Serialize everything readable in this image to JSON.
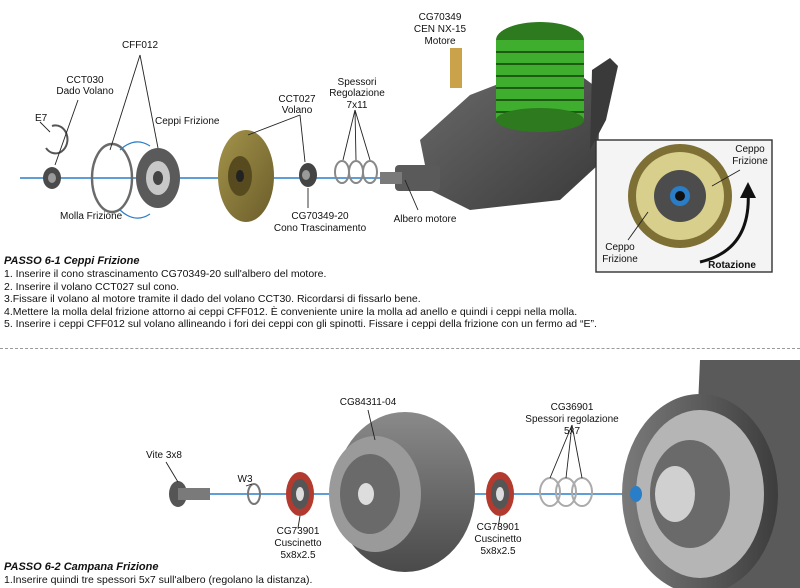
{
  "section1": {
    "labels": {
      "cff012": "CFF012",
      "cct030": "CCT030",
      "dado_volano": "Dado Volano",
      "e7": "E7",
      "ceppi_frizione": "Ceppi Frizione",
      "molla_frizione": "Molla Frizione",
      "cct027": "CCT027",
      "volano": "Volano",
      "spessori": "Spessori",
      "regolazione": "Regolazione",
      "size_7x11": "7x11",
      "cg70349": "CG70349",
      "cen_nx15": "CEN NX-15",
      "motore": "Motore",
      "cg70349_20": "CG70349-20",
      "cono_trascinamento": "Cono Trascinamento",
      "albero_motore": "Albero motore",
      "inset_ceppo_a": "Ceppo",
      "inset_frizione_a": "Frizione",
      "inset_ceppo_b": "Ceppo",
      "inset_frizione_b": "Frizione",
      "rotazione": "Rotazione"
    },
    "step": {
      "title": "PASSO 6-1 Ceppi Frizione",
      "lines": [
        "1. Inserire il cono strascinamento CG70349-20 sull'albero del motore.",
        "2. Inserire il volano CCT027 sul cono.",
        "3.Fissare il volano al motore tramite il dado del volano CCT30. Ricordarsi di fissarlo bene.",
        "4.Mettere la molla delal frizione attorno ai ceppi CFF012. È conveniente unire la molla ad anello e quindi i ceppi nella molla.",
        "5. Inserire i ceppi CFF012 sul volano allineando i fori dei ceppi con gli spinotti. Fissare i ceppi della frizione con un fermo ad  “E”."
      ]
    }
  },
  "section2": {
    "labels": {
      "cg84311_04": "CG84311-04",
      "cg36901": "CG36901",
      "spessori_regolazione": "Spessori regolazione",
      "size_5x7": "5x7",
      "vite": "Vite 3x8",
      "w3": "W3",
      "cg73901_a": "CG73901",
      "cuscinetto_a": "Cuscinetto",
      "size_a": "5x8x2.5",
      "cg73901_b": "CG73901",
      "cuscinetto_b": "Cuscinetto",
      "size_b": "5x8x2.5"
    },
    "step": {
      "title": "PASSO 6-2 Campana Frizione",
      "lines": [
        "1.Inserire quindi tre spessori 5x7 sull'albero (regolano la distanza)."
      ]
    }
  },
  "colors": {
    "engine_green": "#3fae2e",
    "flywheel_olive": "#8a7a3a",
    "axis_blue": "#2a7ec8",
    "bearing_red": "#b23a2e"
  }
}
